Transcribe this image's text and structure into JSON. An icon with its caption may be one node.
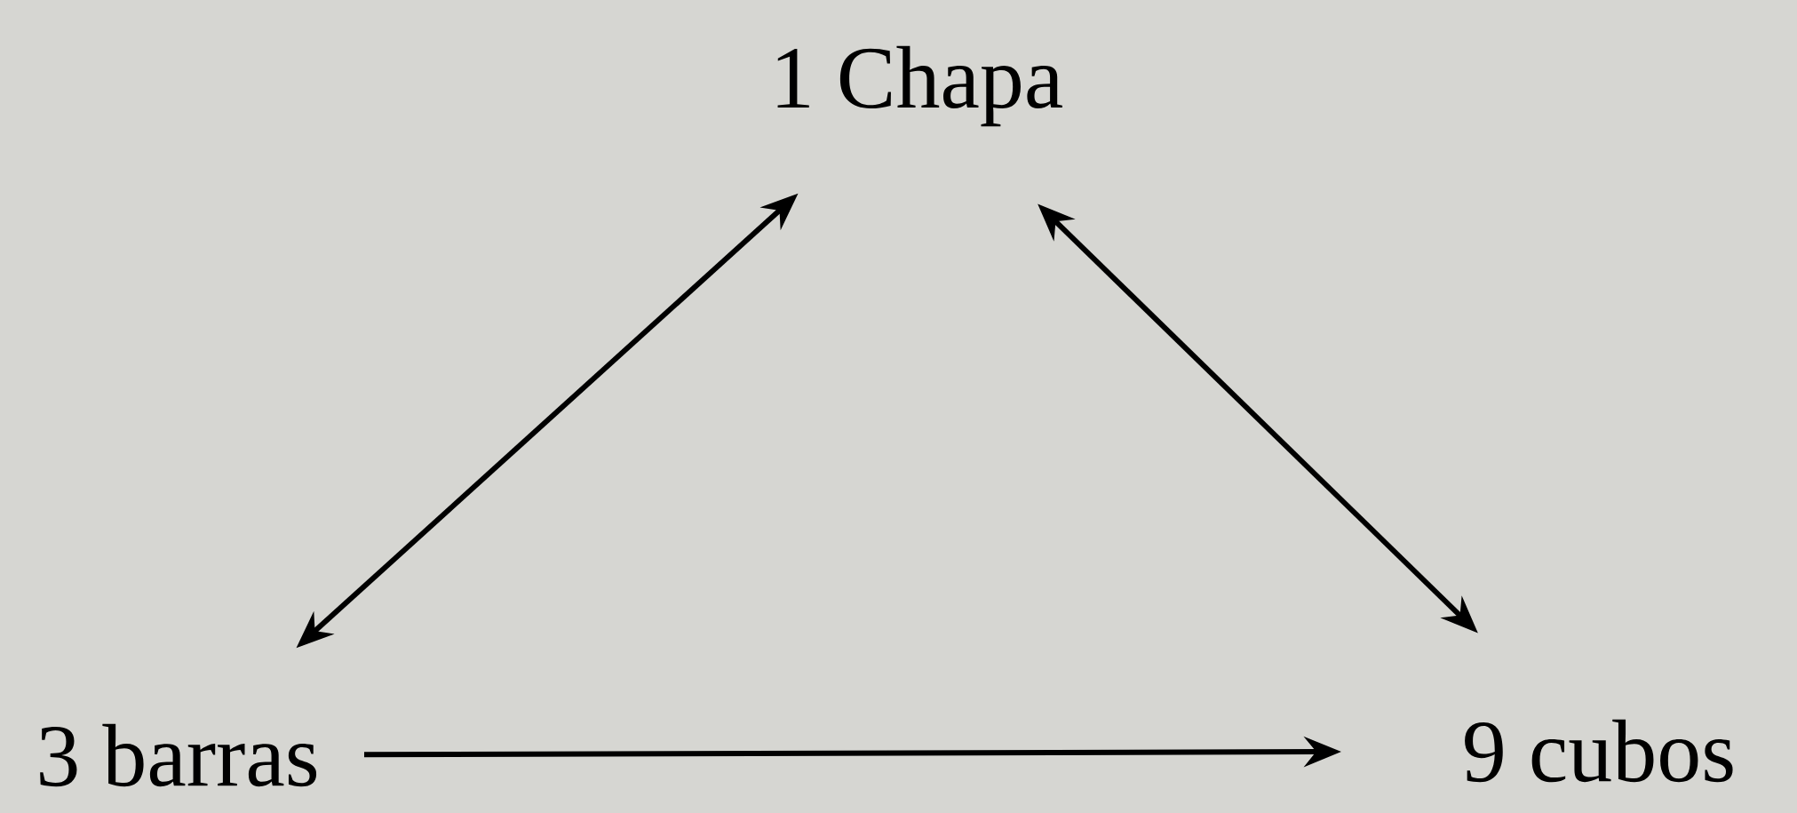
{
  "diagram": {
    "nodes": [
      {
        "text": [
          "1 Chapa"
        ]
      },
      {
        "text": [
          "3 barras"
        ]
      },
      {
        "text": [
          "9 cubos"
        ]
      }
    ],
    "edges": [
      {
        "from": 0,
        "to": 1,
        "arrow": "both"
      },
      {
        "from": 0,
        "to": 2,
        "arrow": "both"
      },
      {
        "from": 1,
        "to": 2,
        "arrow": "to"
      }
    ]
  }
}
